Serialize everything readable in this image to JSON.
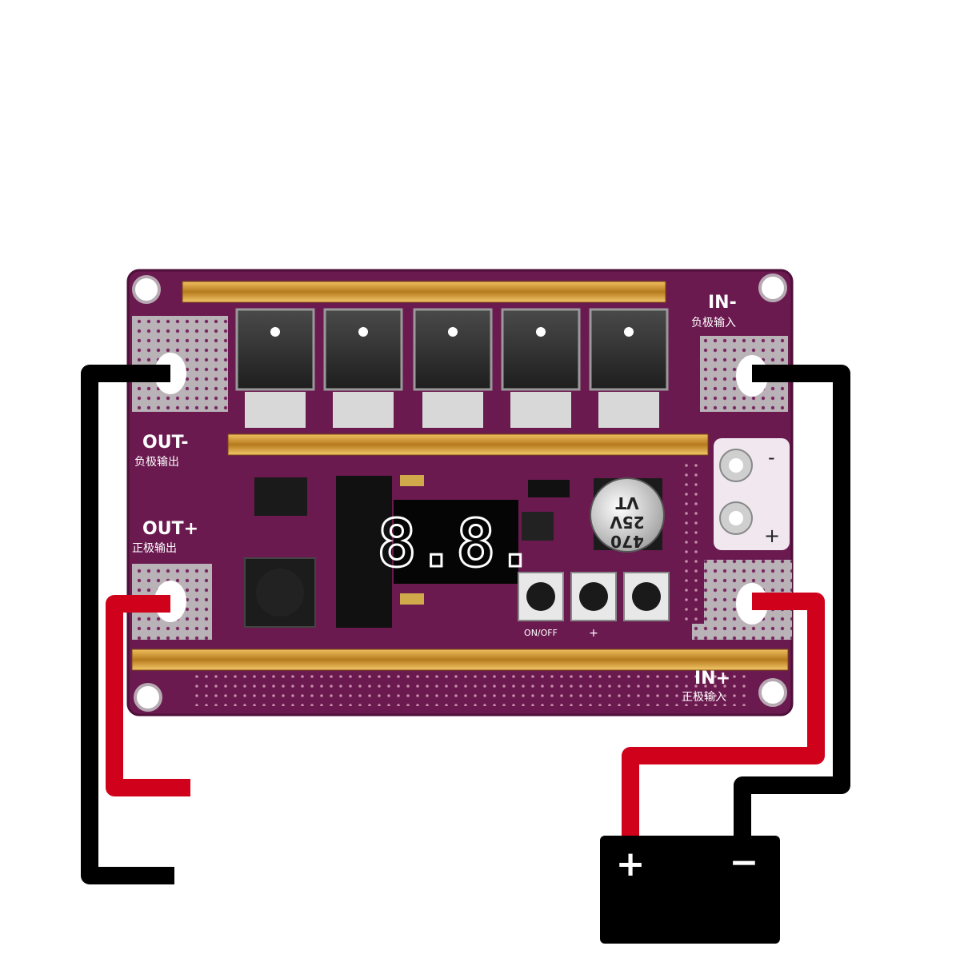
{
  "board": {
    "in_minus": "IN-",
    "in_minus_cn": "负极输入",
    "in_plus": "IN+",
    "in_plus_cn": "正极输入",
    "out_minus": "OUT-",
    "out_minus_cn": "负极输出",
    "out_plus": "OUT+",
    "out_plus_cn": "正极输出",
    "display_value": "8.8.",
    "capacitor_line1": "470",
    "capacitor_line2": "25V",
    "capacitor_line3": "VT",
    "button_label_power": "ON/OFF",
    "button_label_plus": "+",
    "cap_terminal_minus": "-",
    "cap_terminal_plus": "+"
  },
  "battery": {
    "plus": "+",
    "minus": "−"
  },
  "colors": {
    "pcb": "#6a1a4f",
    "pcb_dark": "#4e0f39",
    "copper_bar": "#c8902a",
    "wire_red": "#d0021b",
    "wire_black": "#000000",
    "display_red": "#ff1a1a"
  }
}
